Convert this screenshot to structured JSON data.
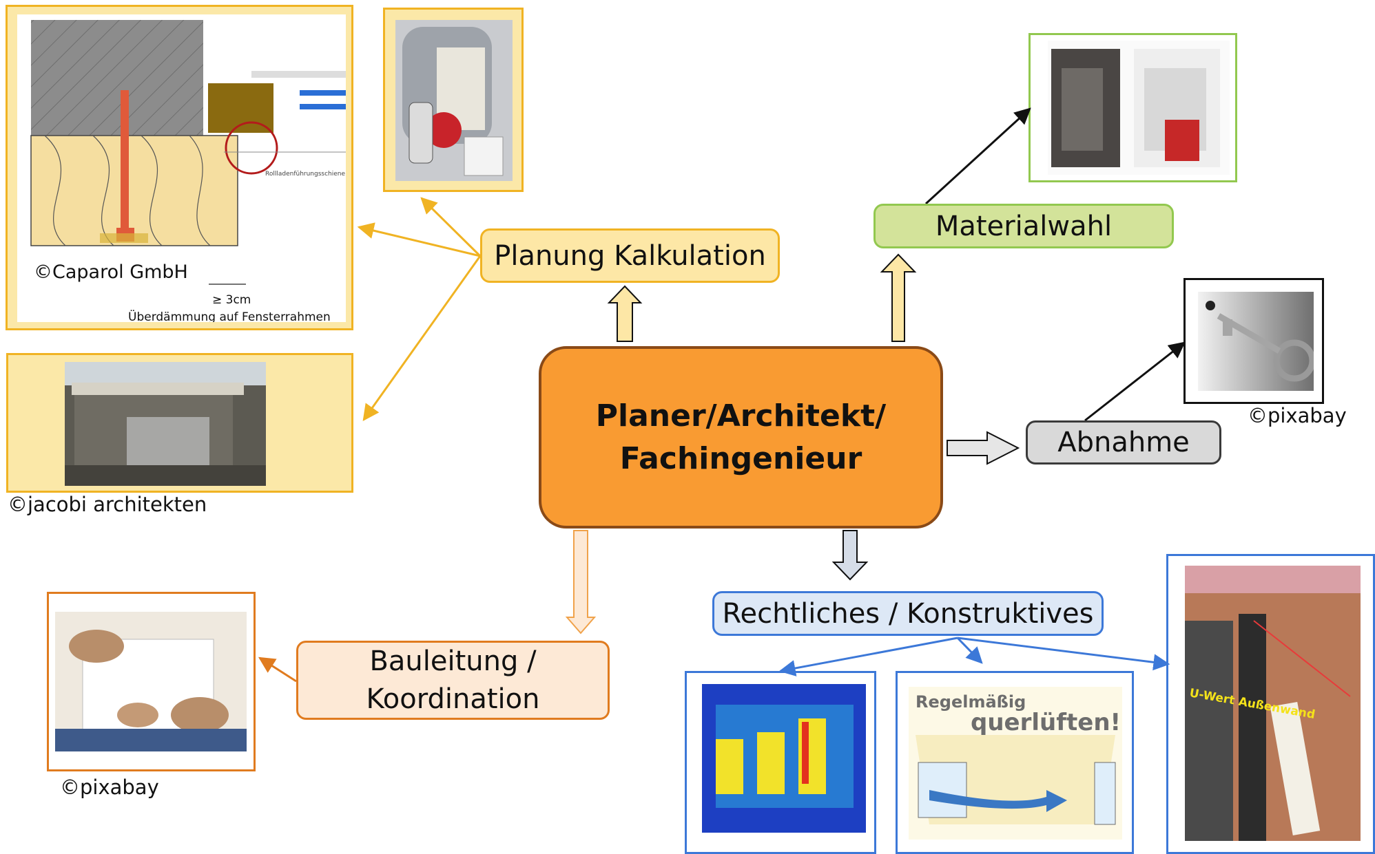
{
  "center": {
    "line1": "Planer/Architekt/",
    "line2": "Fachingenieur"
  },
  "boxes": {
    "planung": "Planung Kalkulation",
    "material": "Materialwahl",
    "abnahme": "Abnahme",
    "rechtliches": "Rechtliches / Konstruktives",
    "bauleitung_line1": "Bauleitung /",
    "bauleitung_line2": "Koordination"
  },
  "images": {
    "caparol": {
      "credit": "©Caparol GmbH",
      "rail_label": "Rollladenführungsschiene",
      "dimension": "≥ 3cm",
      "note": "Überdämmung auf Fensterrahmen"
    },
    "jacobi": {
      "credit": "©jacobi architekten"
    },
    "key": {
      "credit": "©pixabay"
    },
    "planning": {
      "credit": "©pixabay"
    },
    "ventilation": {
      "line1": "Regelmäßig",
      "line2": "querlüften!"
    },
    "uwert": {
      "label": "U-Wert Außenwand"
    }
  },
  "colors": {
    "center_fill": "#f99b32",
    "center_border": "#8a4a17",
    "yellow_fill": "#fde7a6",
    "yellow_border": "#f0b323",
    "green_fill": "#d3e39a",
    "green_border": "#92c84f",
    "gray_fill": "#d9d9d9",
    "gray_border": "#3a3a3a",
    "blue_fill": "#dde8f6",
    "blue_border": "#3c78d8",
    "peach_fill": "#fde9d6",
    "peach_border": "#e07b1f"
  }
}
